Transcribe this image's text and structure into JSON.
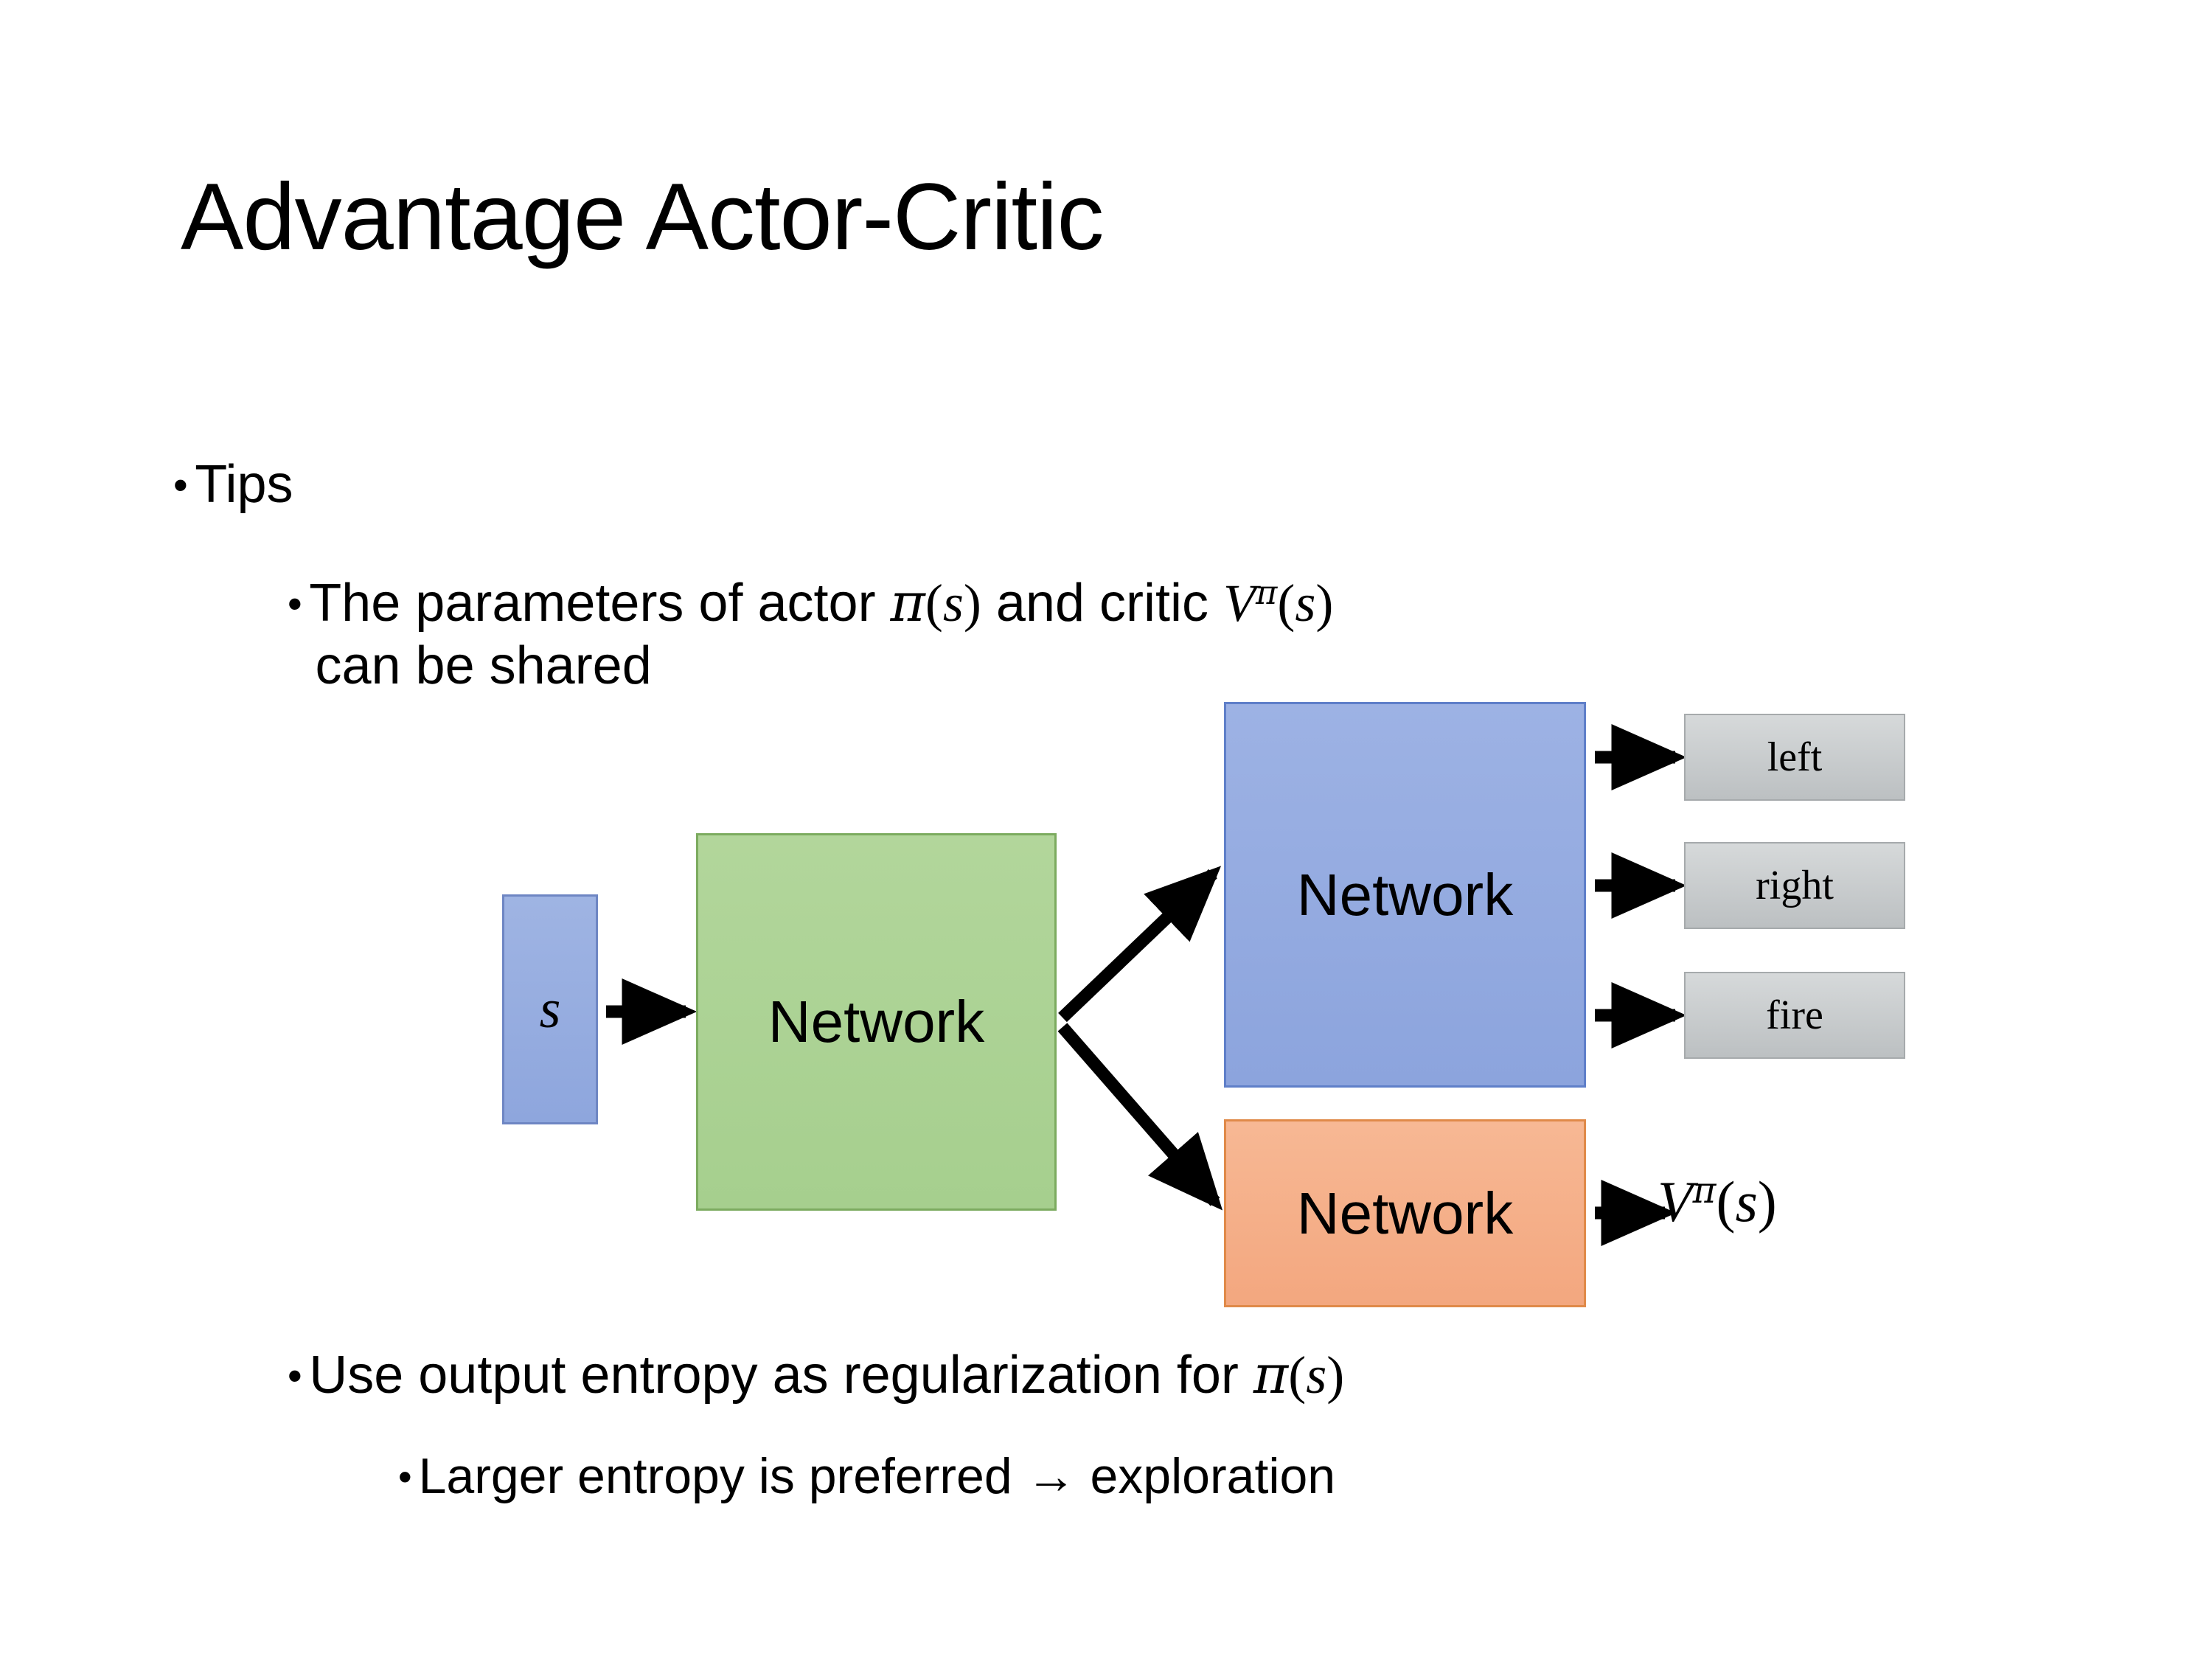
{
  "slide": {
    "title": "Advantage Actor-Critic"
  },
  "bullets": {
    "tips": "Tips",
    "shared_line1_pre": "The parameters of actor ",
    "shared_line1_pi": "π",
    "shared_line1_paren_open": "(",
    "shared_line1_s": "s",
    "shared_line1_paren_close": ")",
    "shared_line1_mid": " and critic ",
    "shared_line1_V": "V",
    "shared_line1_Vsup": "π",
    "shared_line1_Vparen_open": "(",
    "shared_line1_Vs": "s",
    "shared_line1_Vparen_close": ")",
    "shared_line2": "can be shared",
    "entropy_pre": "Use output entropy as regularization for ",
    "entropy_pi": "π",
    "entropy_paren_open": "(",
    "entropy_s": "s",
    "entropy_paren_close": ")",
    "larger_entropy": "Larger entropy is preferred → exploration",
    "bullet_glyph": "•"
  },
  "diagram": {
    "input_label": "s",
    "shared_network_label": "Network",
    "actor_network_label": "Network",
    "critic_network_label": "Network",
    "actions": [
      "left",
      "right",
      "fire"
    ],
    "critic_output_V": "V",
    "critic_output_sup": "π",
    "critic_output_paren_open": "(",
    "critic_output_s": "s",
    "critic_output_paren_close": ")",
    "colors": {
      "input_box": "#95ace0",
      "shared_box": "#aed396",
      "actor_box": "#95ace0",
      "critic_box": "#f5af87",
      "action_box": "#c7cbcd",
      "arrow": "#000000",
      "background": "#ffffff"
    }
  }
}
